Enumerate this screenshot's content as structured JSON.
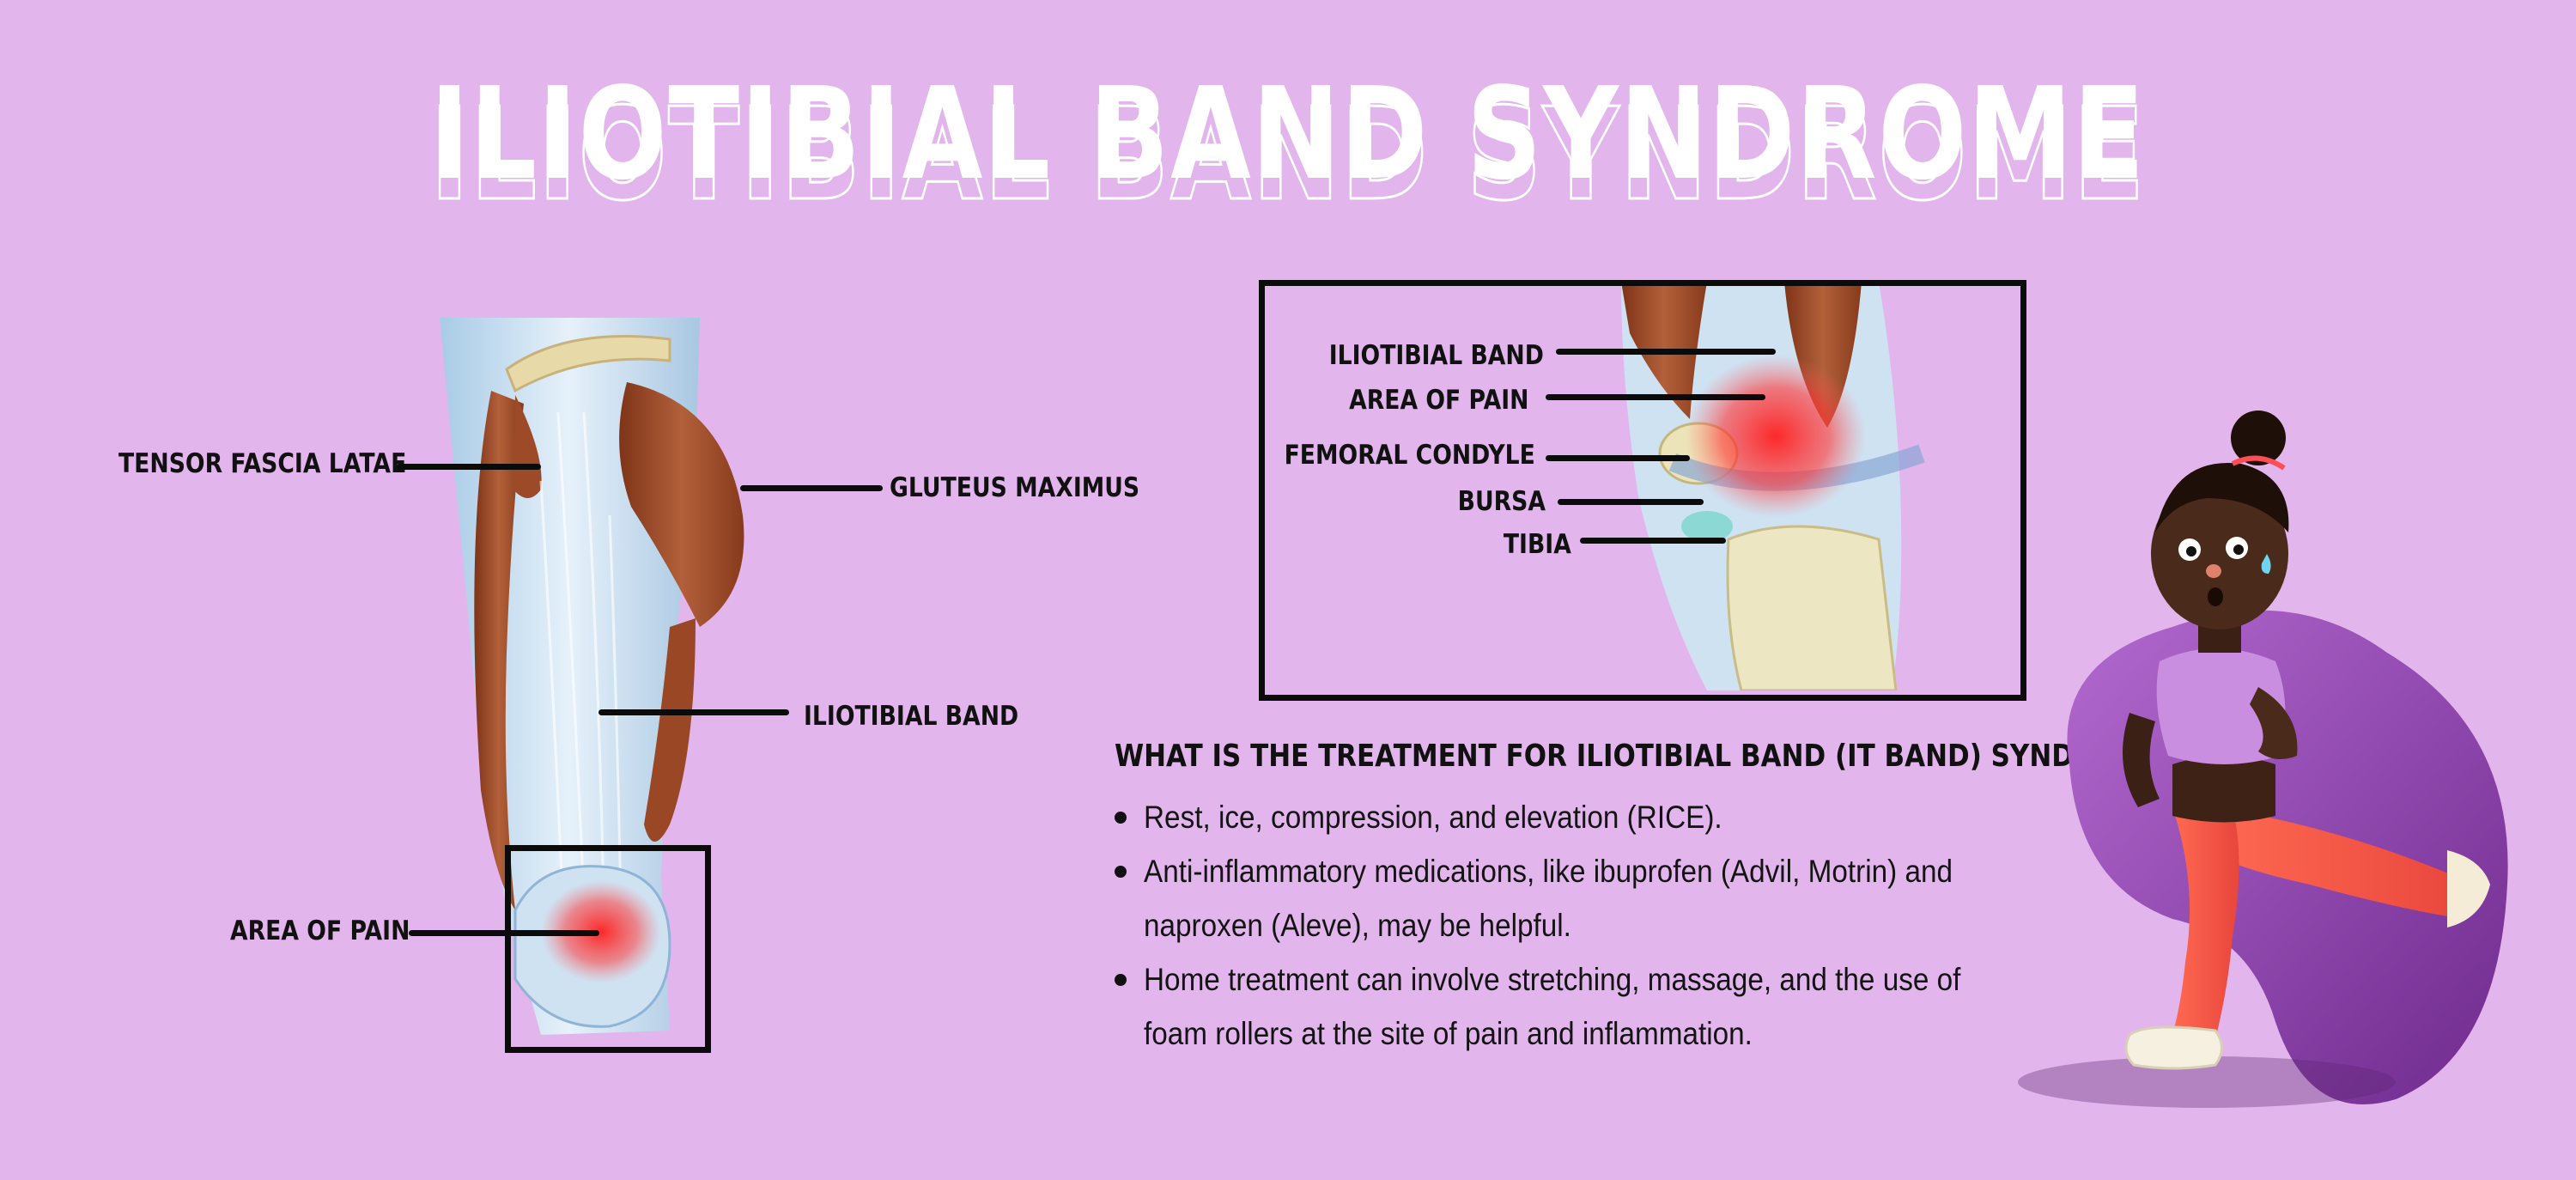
{
  "title": "ILIOTIBIAL BAND SYNDROME",
  "leg_diagram": {
    "labels": {
      "tensor_fascia_latae": "TENSOR FASCIA LATAE",
      "gluteus_maximus": "GLUTEUS MAXIMUS",
      "iliotibial_band": "ILIOTIBIAL BAND",
      "area_of_pain": "AREA OF PAIN"
    }
  },
  "knee_diagram": {
    "labels": {
      "iliotibial_band": "ILIOTIBIAL BAND",
      "area_of_pain": "AREA OF PAIN",
      "femoral_condyle": "FEMORAL CONDYLE",
      "bursa": "BURSA",
      "tibia": "TIBIA"
    }
  },
  "treatment": {
    "heading": "WHAT IS THE TREATMENT FOR ILIOTIBIAL BAND (IT BAND) SYNDROME?",
    "bullets": [
      "Rest, ice, compression, and elevation (RICE).",
      "Anti-inflammatory medications, like ibuprofen (Advil, Motrin) and naproxen (Aleve), may be helpful.",
      "Home treatment can involve stretching, massage, and the use of foam rollers at the site of pain and inflammation."
    ]
  },
  "colors": {
    "background": "#e2b6ec",
    "muscle": "#a8502f",
    "tendon": "#cfe3f2",
    "pain": "#ff2a2a",
    "frame": "#0b0b0b",
    "blob": "#8a3ea6"
  }
}
